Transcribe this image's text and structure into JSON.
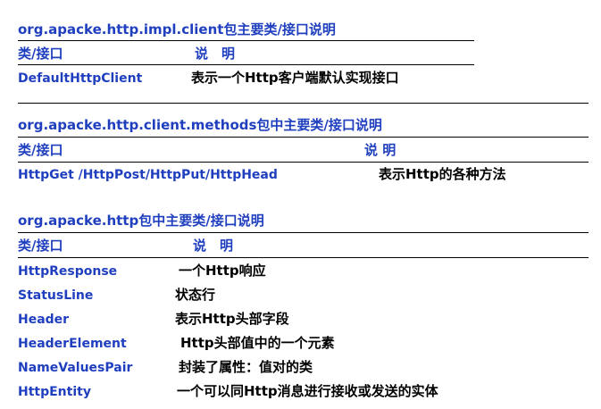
{
  "sections": [
    {
      "title": "org.apacke.http.impl.client包主要类/接口说明",
      "header": {
        "col1": "类/接口",
        "col2": "说　明"
      },
      "rows": [
        {
          "name": "DefaultHttpClient",
          "desc": "表示一个Http客户端默认实现接口"
        }
      ]
    },
    {
      "title": "org.apacke.http.client.methods包中主要类/接口说明",
      "header": {
        "col1": "类/接口",
        "col2": "说 明"
      },
      "rows": [
        {
          "name": "HttpGet /HttpPost/HttpPut/HttpHead",
          "desc": "表示Http的各种方法"
        }
      ]
    },
    {
      "title": "org.apacke.http包中主要类/接口说明",
      "header": {
        "col1": "类/接口",
        "col2": "说　明"
      },
      "rows": [
        {
          "name": "HttpResponse",
          "desc": "一个Http响应"
        },
        {
          "name": "StatusLine",
          "desc": "状态行"
        },
        {
          "name": "Header",
          "desc": "表示Http头部字段"
        },
        {
          "name": "HeaderElement",
          "desc": "Http头部值中的一个元素"
        },
        {
          "name": "NameValuesPair",
          "desc": "封装了属性：值对的类"
        },
        {
          "name": "HttpEntity",
          "desc": "一个可以同Http消息进行接收或发送的实体"
        }
      ]
    }
  ],
  "colors": {
    "accent": "#1f3fbf",
    "text": "#000000"
  }
}
